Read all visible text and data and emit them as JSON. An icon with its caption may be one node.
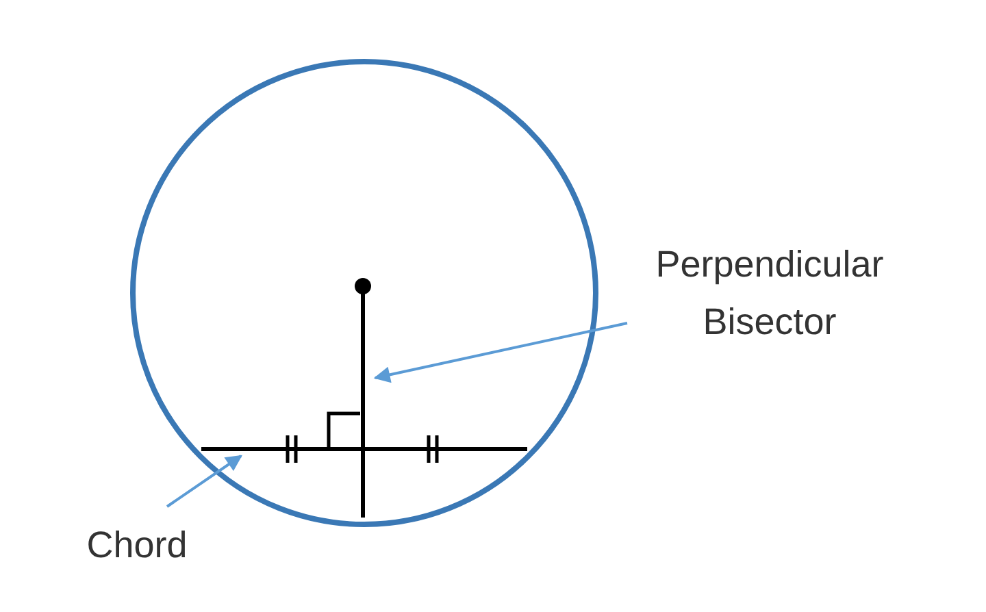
{
  "diagram": {
    "nodes": [
      {
        "text": [
          "Perpendicular Bisector"
        ]
      },
      {
        "text": [],
        "shape": "line"
      },
      {
        "text": [
          "Chord"
        ]
      },
      {
        "text": [],
        "shape": "line"
      }
    ],
    "edges": [
      {
        "from": 0,
        "to": 1,
        "arrow": "to"
      },
      {
        "from": 2,
        "to": 3,
        "arrow": "to"
      }
    ]
  }
}
